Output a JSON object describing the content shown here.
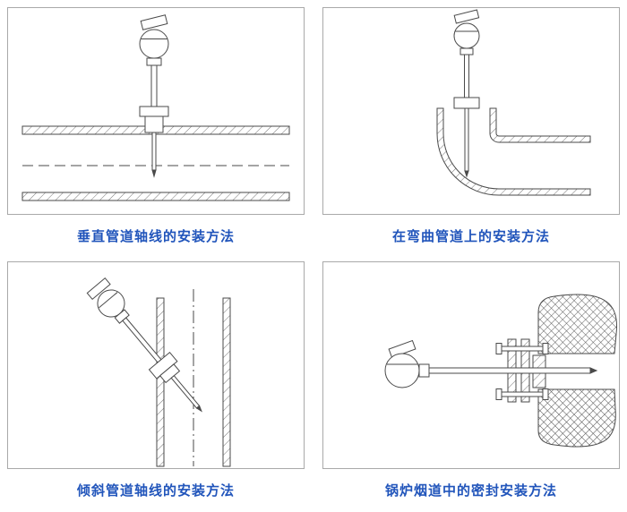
{
  "page": {
    "background": "#ffffff",
    "caption_color": "#2155bb",
    "line_color": "#4a4a4a",
    "panel_border_color": "#a9a9a9"
  },
  "panels": [
    {
      "id": "vertical-pipe-axis",
      "caption": "垂直管道轴线的安装方法"
    },
    {
      "id": "curved-pipe",
      "caption": "在弯曲管道上的安装方法"
    },
    {
      "id": "inclined-pipe-axis",
      "caption": "倾斜管道轴线的安装方法"
    },
    {
      "id": "boiler-flue-sealed",
      "caption": "锅炉烟道中的密封安装方法"
    }
  ]
}
